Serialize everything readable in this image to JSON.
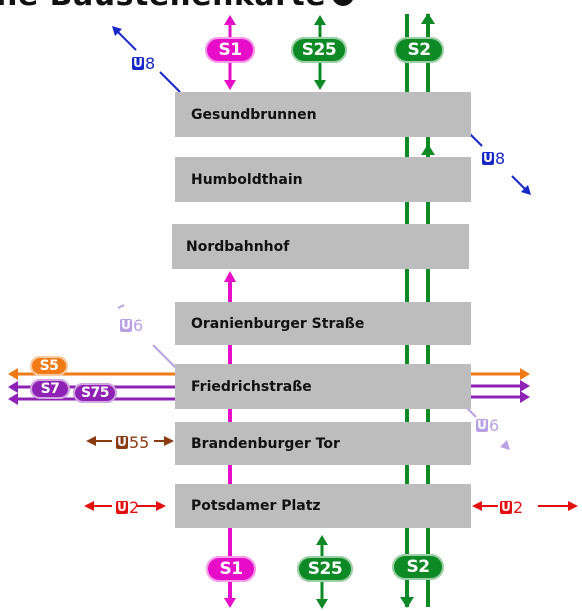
{
  "title": "ne Baustellenkarte",
  "colors": {
    "s1": "#e60cc8",
    "s25": "#0d8a25",
    "s2": "#0d8a25",
    "u8": "#1727c8",
    "u6": "#b9a1e6",
    "u55": "#8a3b12",
    "u2": "#e41010",
    "s5": "#ef7a16",
    "s7": "#8e22b5",
    "s75": "#8e22b5",
    "station": "#bdbdbd"
  },
  "stations": [
    {
      "name": "Gesundbrunnen"
    },
    {
      "name": "Humboldthain"
    },
    {
      "name": "Nordbahnhof"
    },
    {
      "name": "Oranienburger Straße"
    },
    {
      "name": "Friedrichstraße"
    },
    {
      "name": "Brandenburger Tor"
    },
    {
      "name": "Potsdamer Platz"
    }
  ],
  "lines": {
    "s1": "S1",
    "s25": "S25",
    "s2": "S2",
    "s5": "S5",
    "s7": "S7",
    "s75": "S75",
    "u8": "8",
    "u6": "6",
    "u55": "55",
    "u2": "2",
    "u_letter": "U"
  }
}
